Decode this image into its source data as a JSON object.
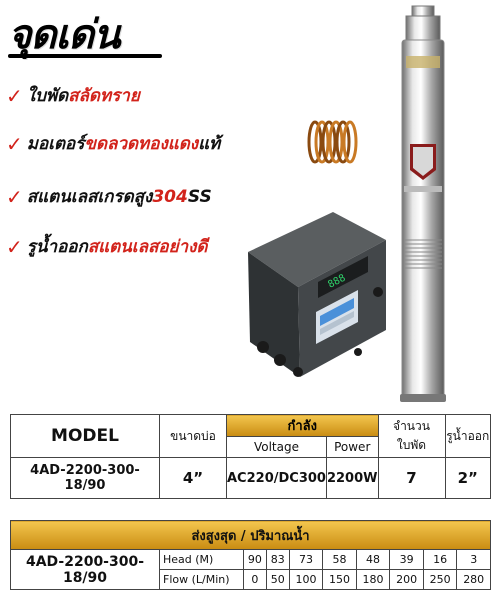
{
  "title": "จุดเด่น",
  "features": [
    {
      "check": "✓",
      "part1": "ใบพัด",
      "part2": "สลัดทราย",
      "part3": ""
    },
    {
      "check": "✓",
      "part1": "มอเตอร์ ",
      "part2": "ขดลวดทองแดง",
      "part3": "แท้"
    },
    {
      "check": "✓",
      "part1": "สแตนเลสเกรดสูง ",
      "part2": "304",
      "part3": " SS"
    },
    {
      "check": "✓",
      "part1": "รูน้ำออก",
      "part2": "สแตนเลสอย่างดี",
      "part3": ""
    }
  ],
  "spec_table": {
    "model_header": "MODEL",
    "bore_header": "ขนาดบ่อ",
    "power_group_header": "กำลัง",
    "voltage_header": "Voltage",
    "power_header": "Power",
    "impeller_header": "จำนวน ใบพัด",
    "outlet_header": "รูน้ำออก",
    "row": {
      "model": "4AD-2200-300-18/90",
      "bore": "4”",
      "voltage": "AC220/DC300",
      "power": "2200W",
      "impellers": "7",
      "outlet": "2”"
    }
  },
  "flow_table": {
    "header": "ส่งสูงสุด / ปริมาณน้ำ",
    "model": "4AD-2200-300-18/90",
    "head_label": "Head (M)",
    "flow_label": "Flow (L/Min)",
    "head_values": [
      "90",
      "83",
      "73",
      "58",
      "48",
      "39",
      "16",
      "3"
    ],
    "flow_values": [
      "0",
      "50",
      "100",
      "150",
      "180",
      "200",
      "250",
      "280"
    ]
  }
}
